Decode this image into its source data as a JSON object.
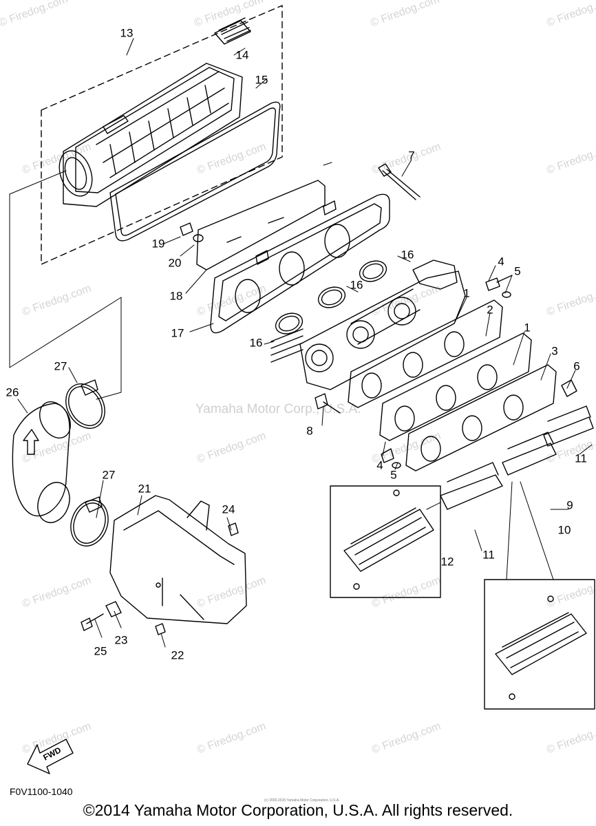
{
  "watermarks": [
    "© Firedog.com",
    "© Firedog.com",
    "© Firedog.com",
    "© Firedog.com",
    "© Firedog.com",
    "© Firedog.com",
    "© Firedog.com",
    "© Firedog.com",
    "© Firedog.com",
    "© Firedog.com",
    "© Firedog.com",
    "© Firedog.com",
    "© Firedog.com",
    "© Firedog.com",
    "© Firedog.com",
    "© Firedog.com",
    "© Firedog.com",
    "© Firedog.com",
    "© Firedog.com",
    "© Firedog.com",
    "© Firedog.com",
    "© Firedog.com",
    "© Firedog.com",
    "© Firedog.com"
  ],
  "center_watermark": "Yamaha Motor Corp., U.S.A.",
  "callouts": {
    "c1a": "1",
    "c1b": "1",
    "c2": "2",
    "c3": "3",
    "c4a": "4",
    "c4b": "4",
    "c5a": "5",
    "c5b": "5",
    "c6": "6",
    "c7": "7",
    "c8": "8",
    "c9": "9",
    "c10": "10",
    "c11a": "11",
    "c11b": "11",
    "c12": "12",
    "c13": "13",
    "c14": "14",
    "c15": "15",
    "c16a": "16",
    "c16b": "16",
    "c16c": "16",
    "c17": "17",
    "c18": "18",
    "c19": "19",
    "c20": "20",
    "c21": "21",
    "c22": "22",
    "c23": "23",
    "c24": "24",
    "c25": "25",
    "c26": "26",
    "c27a": "27",
    "c27b": "27"
  },
  "fwd_label": "FWD",
  "diagram_code": "F0V1100-1040",
  "small_print": "(c) 2003-2015 Yamaha Motor Corporation, U.S.A.",
  "copyright": "©2014 Yamaha Motor Corporation, U.S.A. All rights reserved."
}
